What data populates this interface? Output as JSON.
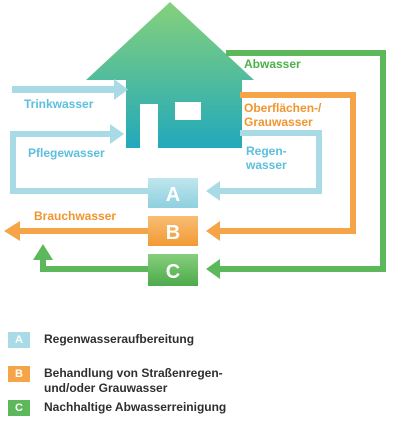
{
  "colors": {
    "blue": "#a9dbe6",
    "orange": "#f5a447",
    "green": "#5cb85a",
    "blue_text": "#5cbfdc",
    "orange_text": "#f0962f",
    "green_text": "#4faf4c",
    "house_top": "#7fcf7a",
    "house_bottom": "#2ab0b8"
  },
  "diagram": {
    "labels": {
      "trinkwasser": "Trinkwasser",
      "pflegewasser": "Pflegewasser",
      "abwasser": "Abwasser",
      "oberflaechen_line1": "Oberflächen-/",
      "oberflaechen_line2": "Grauwasser",
      "regen_line1": "Regen-",
      "regen_line2": "wasser",
      "brauchwasser": "Brauchwasser"
    },
    "boxes": {
      "a": "A",
      "b": "B",
      "c": "C"
    }
  },
  "legend": [
    {
      "letter": "A",
      "text_line1": "Regenwasseraufbereitung",
      "text_line2": "",
      "color": "#a9dbe6"
    },
    {
      "letter": "B",
      "text_line1": "Behandlung von Straßenregen-",
      "text_line2": "und/oder Grauwasser",
      "color": "#f5a447"
    },
    {
      "letter": "C",
      "text_line1": "Nachhaltige Abwasserreinigung",
      "text_line2": "",
      "color": "#5cb85a"
    }
  ]
}
